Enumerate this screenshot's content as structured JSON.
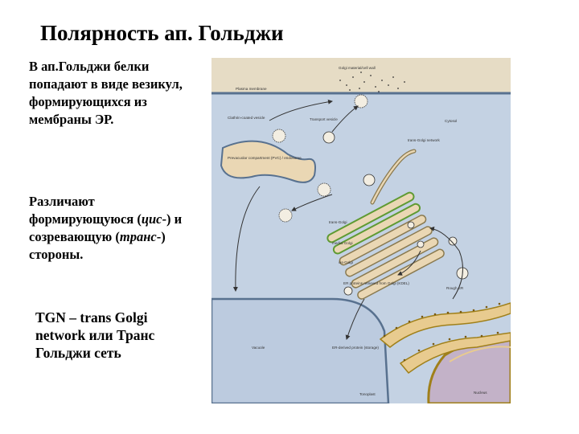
{
  "title": "Полярность ап. Гольджи",
  "text_blocks": {
    "entry": "В ап.Гольджи белки попадают в виде везикул, формирующихся из мембраны ЭР.",
    "sides_prefix": "Различают формирующуюся (",
    "cis": "цис",
    "sides_middle": "-) и созревающую (",
    "trans": "транс",
    "sides_suffix": "-) стороны.",
    "tgn": "TGN – trans Golgi network или Транс Гольджи сеть"
  },
  "figure": {
    "colors": {
      "cell_wall": "#e6dcc5",
      "cytosol": "#c4d2e3",
      "membrane": "#58718f",
      "er_fill": "#e8cb8f",
      "golgi_fill": "#ead7b4",
      "trans_green": "#5f9a32",
      "vacuole": "#bccbdf",
      "nucleus": "#c3b2c8"
    },
    "labels": {
      "wall": "Golgi material/cell wall",
      "plasma": "Plasma membrane",
      "clathrin": "Clathrin-coated vesicle",
      "transport": "Transport vesicle",
      "cytosol": "Cytosol",
      "tgn": "trans-Golgi network",
      "prevac": "Prevacuolar compartment (PVC) / endosome",
      "trans_golgi": "trans-Golgi",
      "medial": "medial Golgi",
      "cis": "cis-Golgi",
      "rough_er": "Rough ER",
      "er_protein": "ER proteins retrieved from Golgi (KDEL)",
      "er_derived": "ER-derived protein (storage)",
      "vacuole": "Vacuole",
      "tonoplast": "Tonoplast",
      "nucleus": "Nucleus"
    }
  }
}
